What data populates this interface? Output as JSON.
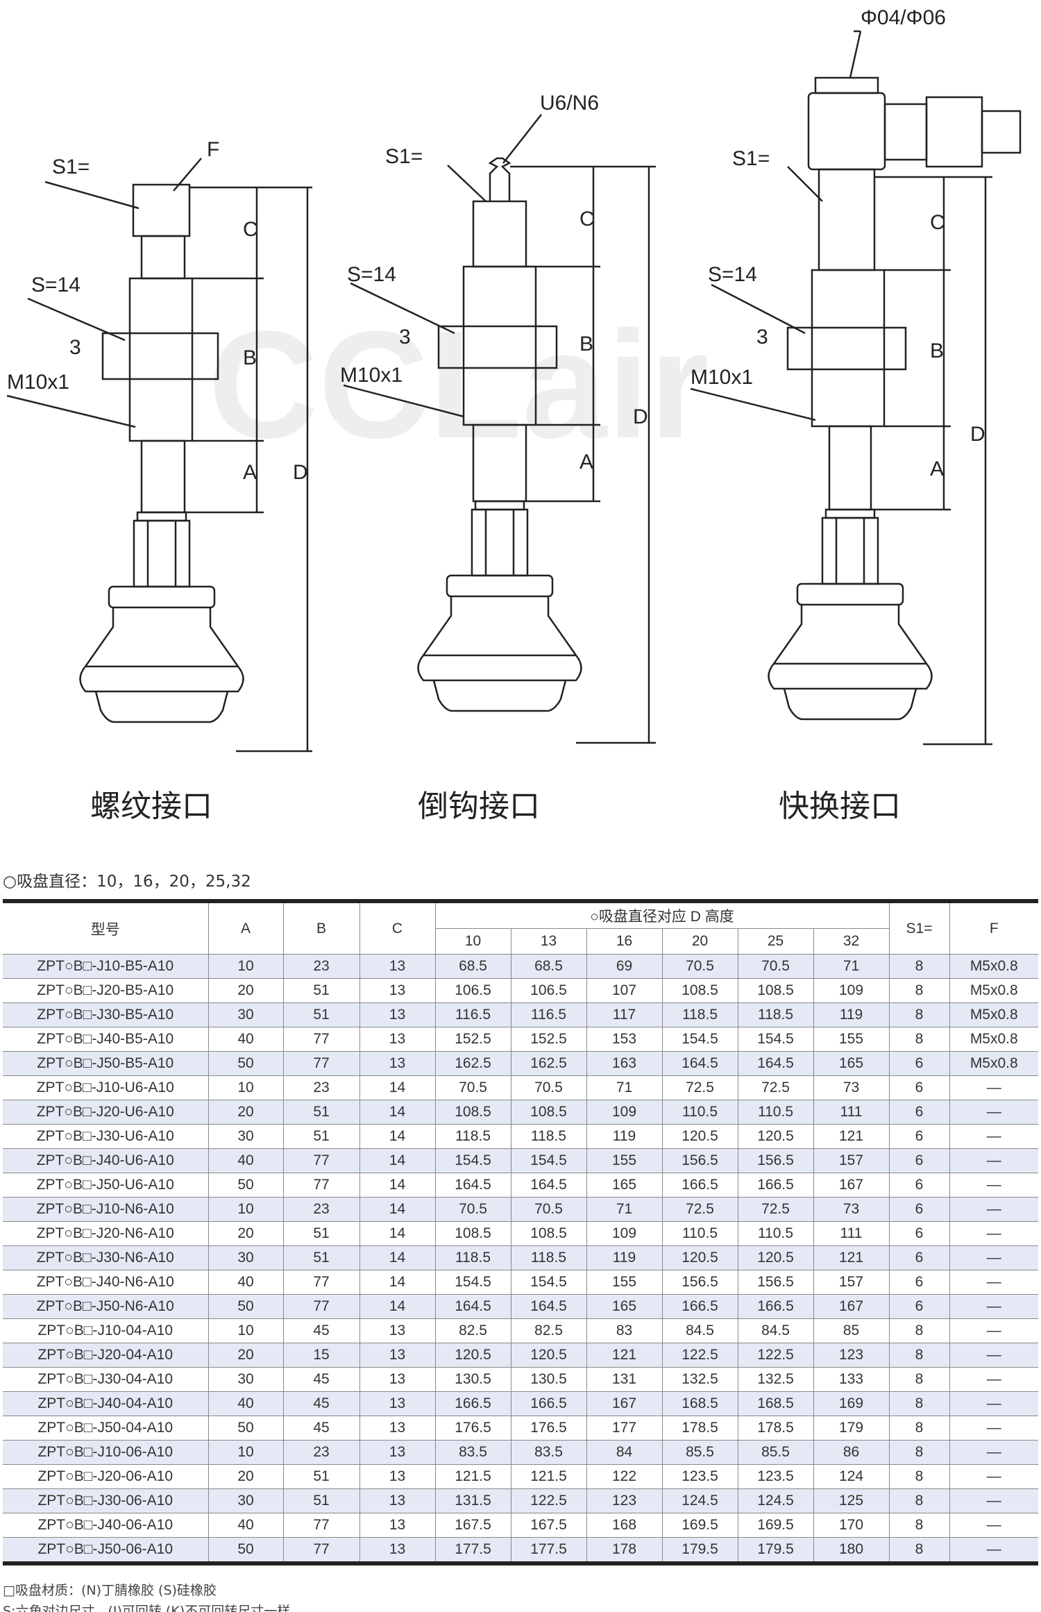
{
  "watermark": "CCLair",
  "drawings": [
    {
      "caption": "螺纹接口",
      "labels": {
        "s1": "S1=",
        "f": "F",
        "s14": "S=14",
        "three": "3",
        "thread": "M10x1",
        "c": "C",
        "b": "B",
        "a": "A",
        "d": "D"
      }
    },
    {
      "caption": "倒钩接口",
      "labels": {
        "s1": "S1=",
        "port": "U6/N6",
        "s14": "S=14",
        "three": "3",
        "thread": "M10x1",
        "c": "C",
        "b": "B",
        "a": "A",
        "d": "D"
      }
    },
    {
      "caption": "快换接口",
      "labels": {
        "s1": "S1=",
        "port": "Φ04/Φ06",
        "s14": "S=14",
        "three": "3",
        "thread": "M10x1",
        "c": "C",
        "b": "B",
        "a": "A",
        "d": "D"
      }
    }
  ],
  "diameters_line": "○吸盘直径：10，16，20，25,32",
  "table": {
    "headers": {
      "model": "型号",
      "a": "A",
      "b": "B",
      "c": "C",
      "d_group": "○吸盘直径对应 D 高度",
      "s1": "S1=",
      "f": "F",
      "d_cols": [
        "10",
        "13",
        "16",
        "20",
        "25",
        "32"
      ]
    },
    "rows": [
      [
        "ZPT○B□-J10-B5-A10",
        "10",
        "23",
        "13",
        "68.5",
        "68.5",
        "69",
        "70.5",
        "70.5",
        "71",
        "8",
        "M5x0.8"
      ],
      [
        "ZPT○B□-J20-B5-A10",
        "20",
        "51",
        "13",
        "106.5",
        "106.5",
        "107",
        "108.5",
        "108.5",
        "109",
        "8",
        "M5x0.8"
      ],
      [
        "ZPT○B□-J30-B5-A10",
        "30",
        "51",
        "13",
        "116.5",
        "116.5",
        "117",
        "118.5",
        "118.5",
        "119",
        "8",
        "M5x0.8"
      ],
      [
        "ZPT○B□-J40-B5-A10",
        "40",
        "77",
        "13",
        "152.5",
        "152.5",
        "153",
        "154.5",
        "154.5",
        "155",
        "8",
        "M5x0.8"
      ],
      [
        "ZPT○B□-J50-B5-A10",
        "50",
        "77",
        "13",
        "162.5",
        "162.5",
        "163",
        "164.5",
        "164.5",
        "165",
        "6",
        "M5x0.8"
      ],
      [
        "ZPT○B□-J10-U6-A10",
        "10",
        "23",
        "14",
        "70.5",
        "70.5",
        "71",
        "72.5",
        "72.5",
        "73",
        "6",
        "—"
      ],
      [
        "ZPT○B□-J20-U6-A10",
        "20",
        "51",
        "14",
        "108.5",
        "108.5",
        "109",
        "110.5",
        "110.5",
        "111",
        "6",
        "—"
      ],
      [
        "ZPT○B□-J30-U6-A10",
        "30",
        "51",
        "14",
        "118.5",
        "118.5",
        "119",
        "120.5",
        "120.5",
        "121",
        "6",
        "—"
      ],
      [
        "ZPT○B□-J40-U6-A10",
        "40",
        "77",
        "14",
        "154.5",
        "154.5",
        "155",
        "156.5",
        "156.5",
        "157",
        "6",
        "—"
      ],
      [
        "ZPT○B□-J50-U6-A10",
        "50",
        "77",
        "14",
        "164.5",
        "164.5",
        "165",
        "166.5",
        "166.5",
        "167",
        "6",
        "—"
      ],
      [
        "ZPT○B□-J10-N6-A10",
        "10",
        "23",
        "14",
        "70.5",
        "70.5",
        "71",
        "72.5",
        "72.5",
        "73",
        "6",
        "—"
      ],
      [
        "ZPT○B□-J20-N6-A10",
        "20",
        "51",
        "14",
        "108.5",
        "108.5",
        "109",
        "110.5",
        "110.5",
        "111",
        "6",
        "—"
      ],
      [
        "ZPT○B□-J30-N6-A10",
        "30",
        "51",
        "14",
        "118.5",
        "118.5",
        "119",
        "120.5",
        "120.5",
        "121",
        "6",
        "—"
      ],
      [
        "ZPT○B□-J40-N6-A10",
        "40",
        "77",
        "14",
        "154.5",
        "154.5",
        "155",
        "156.5",
        "156.5",
        "157",
        "6",
        "—"
      ],
      [
        "ZPT○B□-J50-N6-A10",
        "50",
        "77",
        "14",
        "164.5",
        "164.5",
        "165",
        "166.5",
        "166.5",
        "167",
        "6",
        "—"
      ],
      [
        "ZPT○B□-J10-04-A10",
        "10",
        "45",
        "13",
        "82.5",
        "82.5",
        "83",
        "84.5",
        "84.5",
        "85",
        "8",
        "—"
      ],
      [
        "ZPT○B□-J20-04-A10",
        "20",
        "15",
        "13",
        "120.5",
        "120.5",
        "121",
        "122.5",
        "122.5",
        "123",
        "8",
        "—"
      ],
      [
        "ZPT○B□-J30-04-A10",
        "30",
        "45",
        "13",
        "130.5",
        "130.5",
        "131",
        "132.5",
        "132.5",
        "133",
        "8",
        "—"
      ],
      [
        "ZPT○B□-J40-04-A10",
        "40",
        "45",
        "13",
        "166.5",
        "166.5",
        "167",
        "168.5",
        "168.5",
        "169",
        "8",
        "—"
      ],
      [
        "ZPT○B□-J50-04-A10",
        "50",
        "45",
        "13",
        "176.5",
        "176.5",
        "177",
        "178.5",
        "178.5",
        "179",
        "8",
        "—"
      ],
      [
        "ZPT○B□-J10-06-A10",
        "10",
        "23",
        "13",
        "83.5",
        "83.5",
        "84",
        "85.5",
        "85.5",
        "86",
        "8",
        "—"
      ],
      [
        "ZPT○B□-J20-06-A10",
        "20",
        "51",
        "13",
        "121.5",
        "121.5",
        "122",
        "123.5",
        "123.5",
        "124",
        "8",
        "—"
      ],
      [
        "ZPT○B□-J30-06-A10",
        "30",
        "51",
        "13",
        "131.5",
        "122.5",
        "123",
        "124.5",
        "124.5",
        "125",
        "8",
        "—"
      ],
      [
        "ZPT○B□-J40-06-A10",
        "40",
        "77",
        "13",
        "167.5",
        "167.5",
        "168",
        "169.5",
        "169.5",
        "170",
        "8",
        "—"
      ],
      [
        "ZPT○B□-J50-06-A10",
        "50",
        "77",
        "13",
        "177.5",
        "177.5",
        "178",
        "179.5",
        "179.5",
        "180",
        "8",
        "—"
      ]
    ]
  },
  "notes": [
    "□吸盘材质：(N)丁腈橡胶  (S)硅橡胶",
    "S:六角对边尺寸，(J)可回转 (K)不可回转尺寸一样"
  ]
}
